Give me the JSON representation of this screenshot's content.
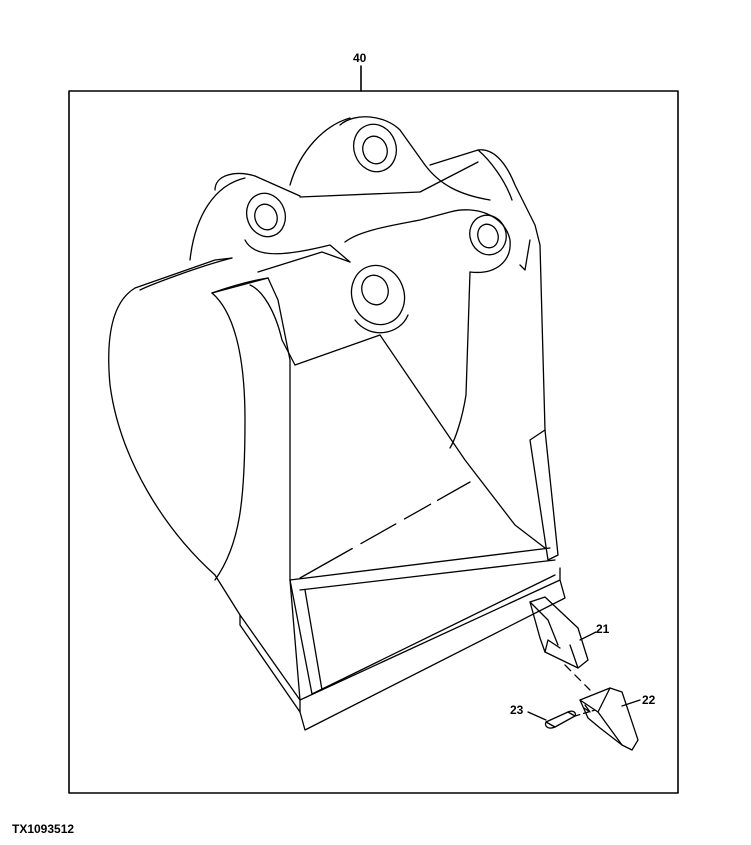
{
  "diagram": {
    "callouts": {
      "assembly": "40",
      "adapter": "21",
      "tooth": "22",
      "pin": "23"
    },
    "figure_id": "TX1093512",
    "stroke_color": "#000000",
    "background_color": "#ffffff"
  }
}
